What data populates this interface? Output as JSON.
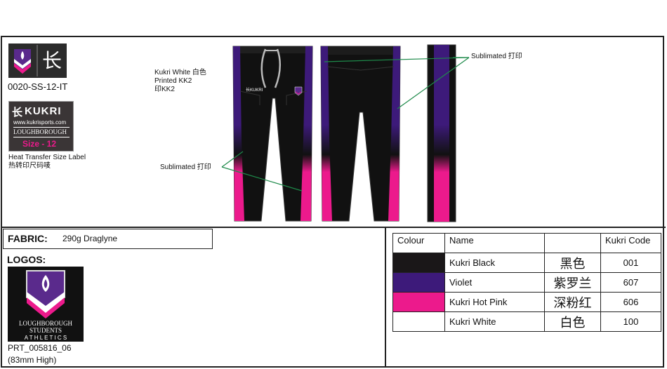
{
  "header": {
    "style_code": "0020-SS-12-IT"
  },
  "size_label": {
    "brand": "KUKRI",
    "website": "www.kukrisports.com",
    "club": "LOUGHBOROUGH",
    "size": "Size - 12",
    "caption_en": "Heat Transfer Size Label",
    "caption_cn": "热转印尺码唛"
  },
  "annotations": {
    "kukri_white": "Kukri White  白色",
    "printed_kk2": "Printed KK2",
    "printed_kk2_cn": "印KK2",
    "sublimated_top": "Sublimated  打印",
    "sublimated_left": "Sublimated  打印"
  },
  "fabric": {
    "label": "FABRIC:",
    "value": "290g Draglyne"
  },
  "logos": {
    "label": "LOGOS:",
    "logo_text_1": "LOUGHBOROUGH",
    "logo_text_2": "STUDENTS",
    "logo_text_3": "A T H L E T I C S",
    "ref": "PRT_005816_06",
    "height": "(83mm High)"
  },
  "colour_table": {
    "headers": [
      "Colour",
      "Name",
      "",
      "Kukri Code"
    ],
    "rows": [
      {
        "swatch": "#1a1718",
        "name": "Kukri Black",
        "cn": "黑色",
        "code": "001"
      },
      {
        "swatch": "#3d1a7a",
        "name": "Violet",
        "cn": "紫罗兰",
        "code": "607"
      },
      {
        "swatch": "#ec1a8c",
        "name": "Kukri Hot Pink",
        "cn": "深粉红",
        "code": "606"
      },
      {
        "swatch": "#ffffff",
        "name": "Kukri White",
        "cn": "白色",
        "code": "100"
      }
    ]
  }
}
